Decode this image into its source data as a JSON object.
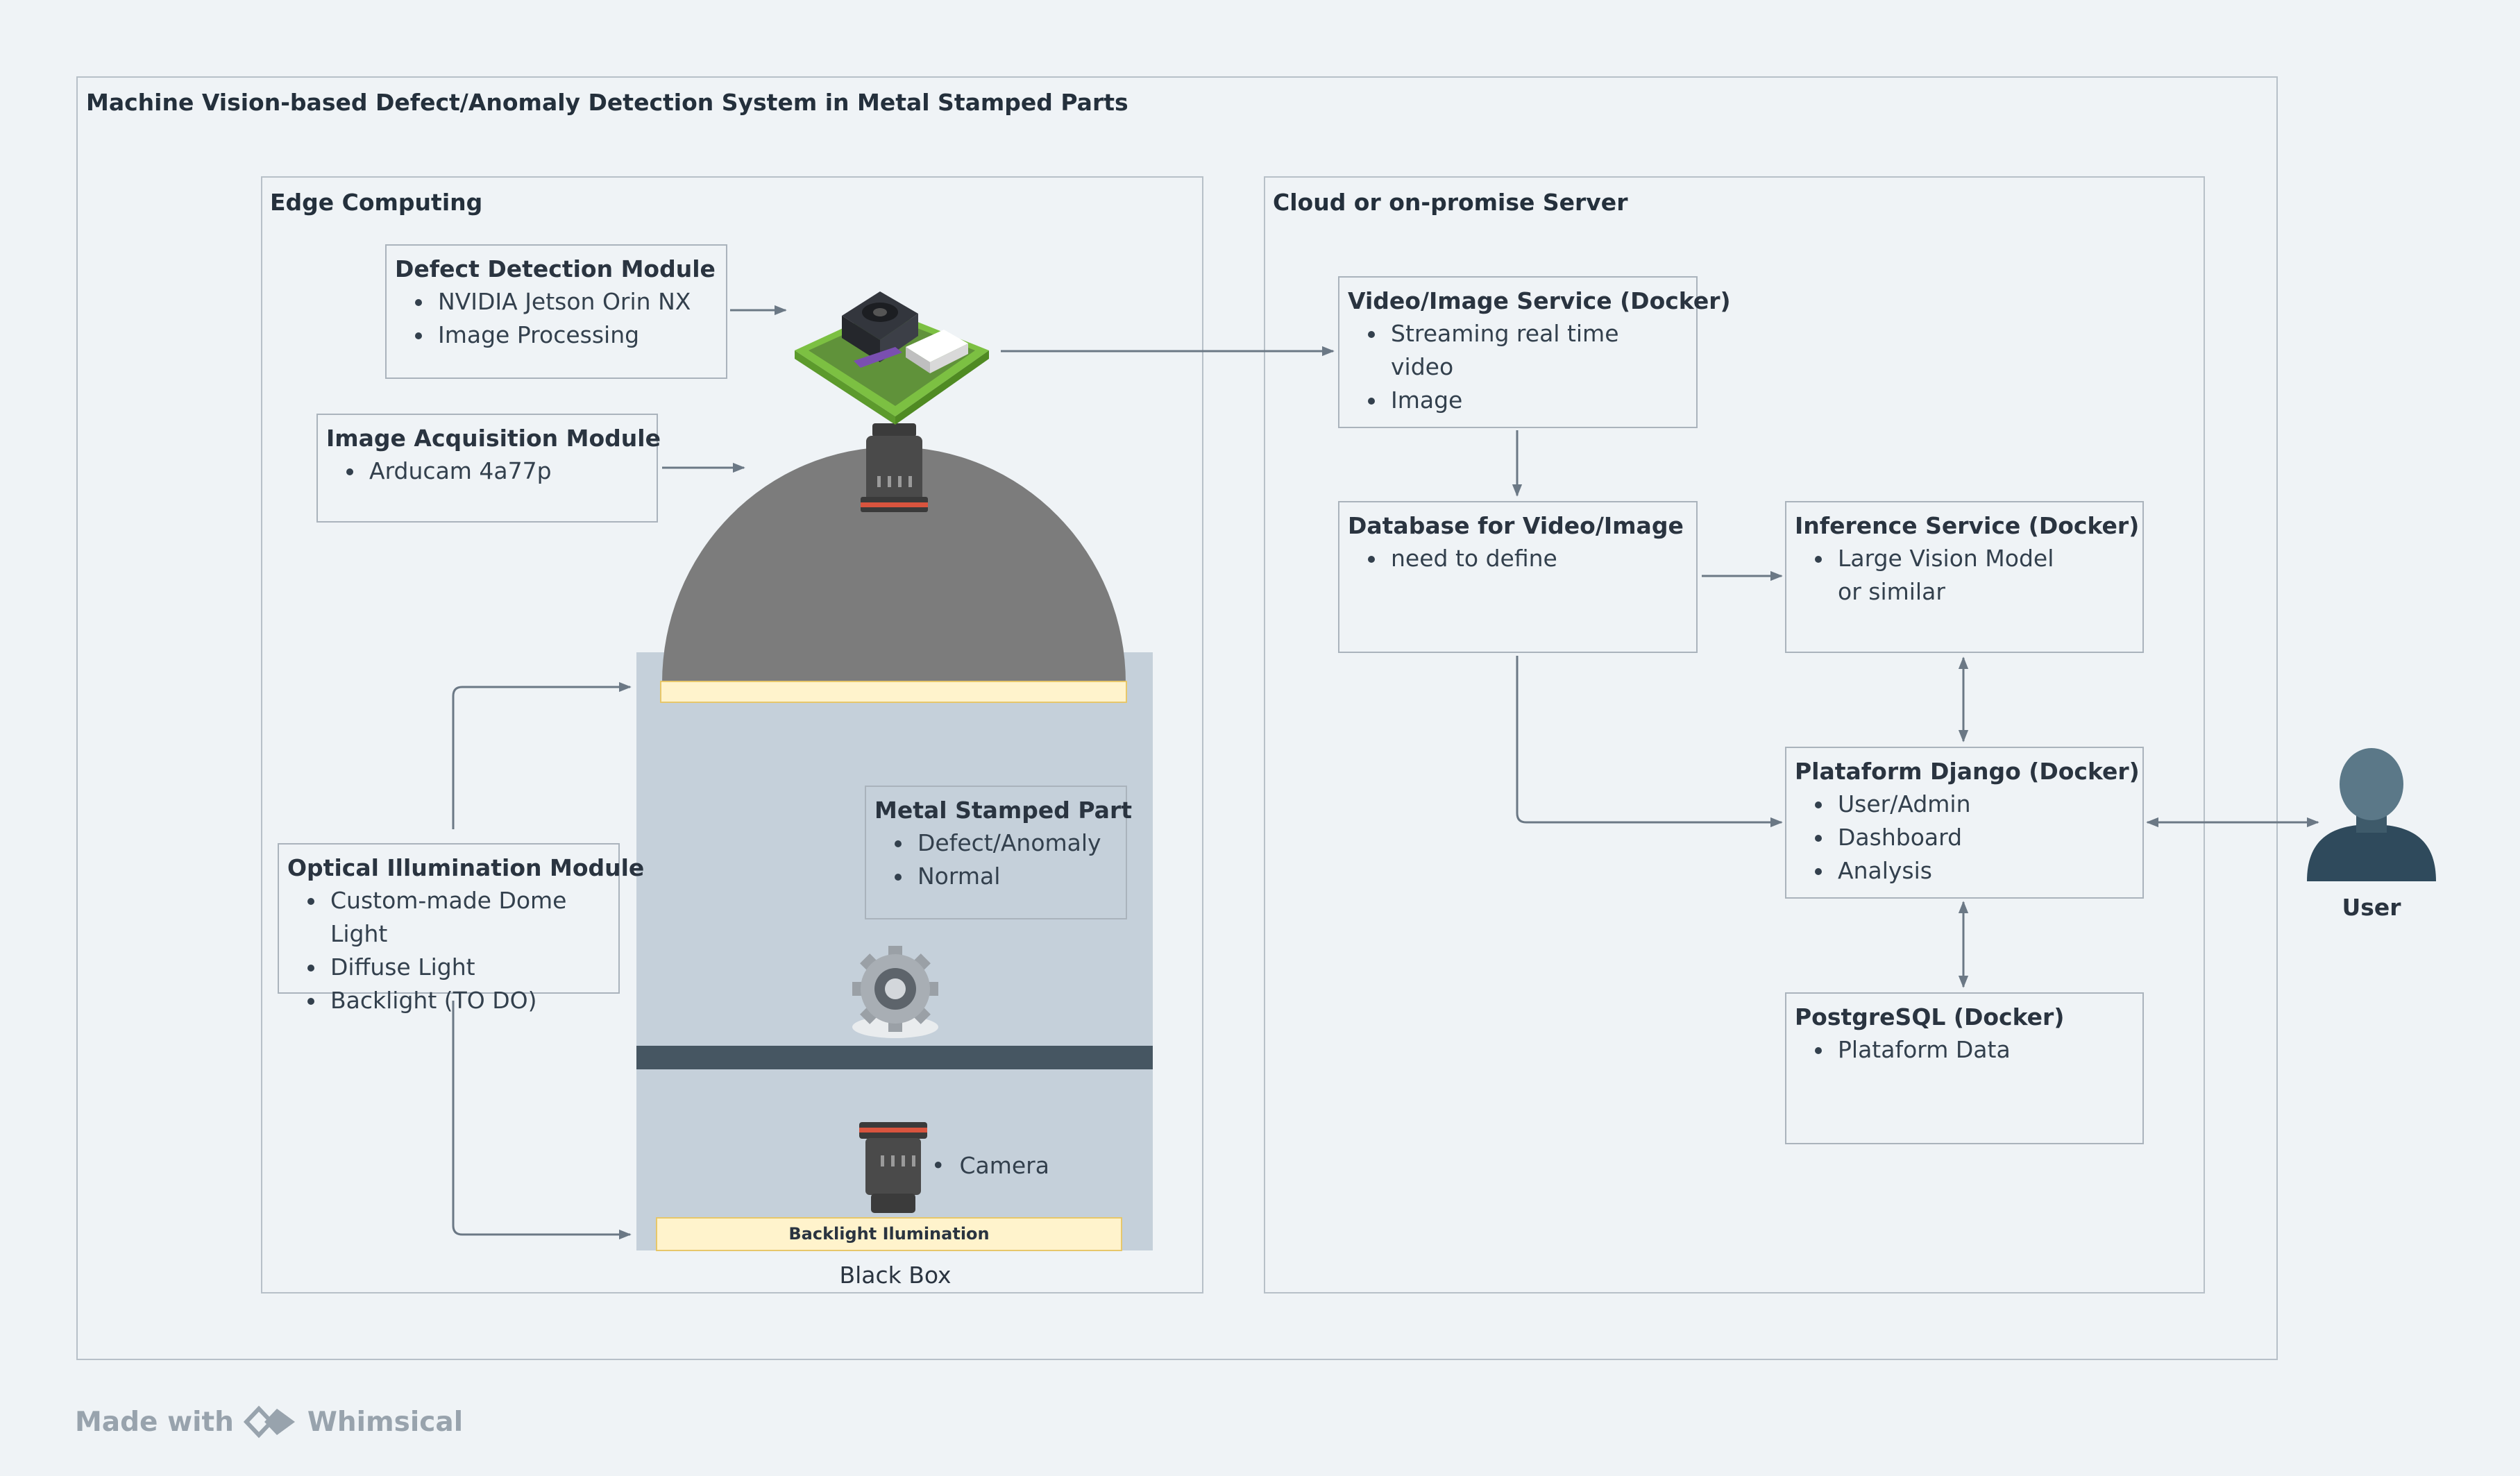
{
  "diagram": {
    "title": "Machine Vision-based Defect/Anomaly Detection System in Metal Stamped Parts",
    "edge": {
      "title": "Edge Computing",
      "defect_module": {
        "title": "Defect Detection Module",
        "items": [
          "NVIDIA Jetson Orin NX",
          "Image Processing"
        ]
      },
      "acquisition_module": {
        "title": "Image Acquisition Module",
        "items": [
          "Arducam 4a77p"
        ]
      },
      "optical_module": {
        "title": "Optical Illumination Module",
        "items": [
          "Custom-made Dome Light",
          "Diffuse Light",
          "Backlight (TO DO)"
        ]
      },
      "metal_part": {
        "title": "Metal Stamped Part",
        "items": [
          "Defect/Anomaly",
          "Normal"
        ]
      },
      "camera_label": "Camera",
      "backlight_label": "Backlight Ilumination",
      "black_box_label": "Black Box"
    },
    "cloud": {
      "title": "Cloud or on-promise Server",
      "video_service": {
        "title": "Video/Image Service (Docker)",
        "items": [
          "Streaming real time video",
          "Image"
        ]
      },
      "database": {
        "title": "Database for Video/Image",
        "items": [
          "need to define"
        ]
      },
      "inference": {
        "title": "Inference Service (Docker)",
        "items": [
          "Large Vision Model or similar"
        ]
      },
      "django": {
        "title": "Plataform Django (Docker)",
        "items": [
          "User/Admin",
          "Dashboard",
          "Analysis"
        ]
      },
      "postgres": {
        "title": "PostgreSQL (Docker)",
        "items": [
          "Plataform Data"
        ]
      }
    },
    "user_label": "User"
  },
  "footer": {
    "made_with": "Made with",
    "brand": "Whimsical"
  },
  "colors": {
    "background": "#eff3f6",
    "border": "#aab3bc",
    "arrow": "#6b7885",
    "blackbox_fill": "#c5d0da",
    "dome": "#7c7c7c",
    "light_strip": "#fff3cc",
    "stage": "#465662",
    "user": "#3e5a6a"
  }
}
